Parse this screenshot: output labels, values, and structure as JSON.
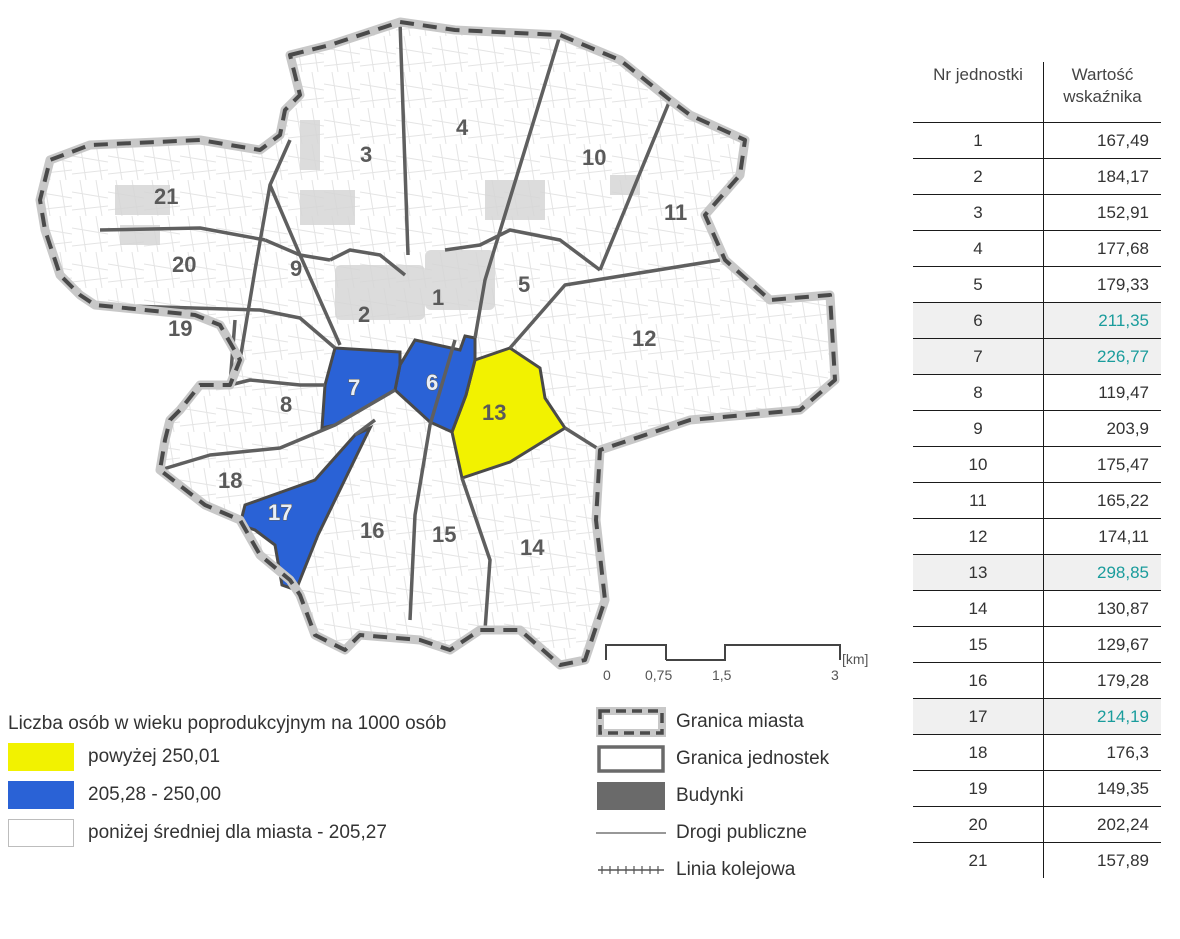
{
  "colors": {
    "above_250": "#f2f200",
    "range_205_250": "#2a62d6",
    "below_avg": "#ffffff",
    "highlight_value": "#1a9c9c"
  },
  "units": [
    {
      "id": "1",
      "label": "1"
    },
    {
      "id": "2",
      "label": "2"
    },
    {
      "id": "3",
      "label": "3"
    },
    {
      "id": "4",
      "label": "4"
    },
    {
      "id": "5",
      "label": "5"
    },
    {
      "id": "6",
      "label": "6"
    },
    {
      "id": "7",
      "label": "7"
    },
    {
      "id": "8",
      "label": "8"
    },
    {
      "id": "9",
      "label": "9"
    },
    {
      "id": "10",
      "label": "10"
    },
    {
      "id": "11",
      "label": "11"
    },
    {
      "id": "12",
      "label": "12"
    },
    {
      "id": "13",
      "label": "13"
    },
    {
      "id": "14",
      "label": "14"
    },
    {
      "id": "15",
      "label": "15"
    },
    {
      "id": "16",
      "label": "16"
    },
    {
      "id": "17",
      "label": "17"
    },
    {
      "id": "18",
      "label": "18"
    },
    {
      "id": "19",
      "label": "19"
    },
    {
      "id": "20",
      "label": "20"
    },
    {
      "id": "21",
      "label": "21"
    }
  ],
  "scale_bar": {
    "ticks": [
      "0",
      "0,75",
      "1,5",
      "3"
    ],
    "unit": "[km]"
  },
  "legend": {
    "title": "Liczba osób w wieku poprodukcyjnym na 1000 osób",
    "classes": [
      {
        "label": "powyżej 250,01",
        "color": "#f2f200"
      },
      {
        "label": "205,28 - 250,00",
        "color": "#2a62d6"
      },
      {
        "label": "poniżej średniej dla miasta - 205,27",
        "color": "#ffffff"
      }
    ],
    "symbols": [
      {
        "label": "Granica miasta",
        "icon": "city-boundary-dashed"
      },
      {
        "label": "Granica jednostek",
        "icon": "unit-boundary-box"
      },
      {
        "label": "Budynki",
        "icon": "building-fill"
      },
      {
        "label": "Drogi publiczne",
        "icon": "road-line"
      },
      {
        "label": "Linia kolejowa",
        "icon": "railway-line"
      }
    ]
  },
  "table": {
    "headers": [
      "Nr jednostki",
      "Wartość wskaźnika"
    ],
    "rows": [
      {
        "nr": "1",
        "value": "167,49",
        "highlight": false
      },
      {
        "nr": "2",
        "value": "184,17",
        "highlight": false
      },
      {
        "nr": "3",
        "value": "152,91",
        "highlight": false
      },
      {
        "nr": "4",
        "value": "177,68",
        "highlight": false
      },
      {
        "nr": "5",
        "value": "179,33",
        "highlight": false
      },
      {
        "nr": "6",
        "value": "211,35",
        "highlight": true
      },
      {
        "nr": "7",
        "value": "226,77",
        "highlight": true
      },
      {
        "nr": "8",
        "value": "119,47",
        "highlight": false
      },
      {
        "nr": "9",
        "value": "203,9",
        "highlight": false
      },
      {
        "nr": "10",
        "value": "175,47",
        "highlight": false
      },
      {
        "nr": "11",
        "value": "165,22",
        "highlight": false
      },
      {
        "nr": "12",
        "value": "174,11",
        "highlight": false
      },
      {
        "nr": "13",
        "value": "298,85",
        "highlight": true
      },
      {
        "nr": "14",
        "value": "130,87",
        "highlight": false
      },
      {
        "nr": "15",
        "value": "129,67",
        "highlight": false
      },
      {
        "nr": "16",
        "value": "179,28",
        "highlight": false
      },
      {
        "nr": "17",
        "value": "214,19",
        "highlight": true
      },
      {
        "nr": "18",
        "value": "176,3",
        "highlight": false
      },
      {
        "nr": "19",
        "value": "149,35",
        "highlight": false
      },
      {
        "nr": "20",
        "value": "202,24",
        "highlight": false
      },
      {
        "nr": "21",
        "value": "157,89",
        "highlight": false
      }
    ]
  }
}
